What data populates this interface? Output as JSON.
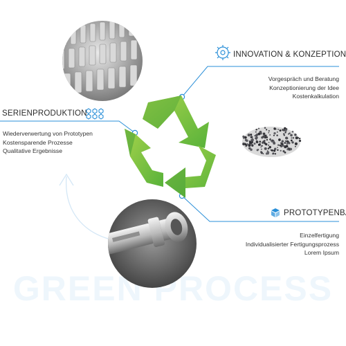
{
  "watermark": "GREEN PROCESS",
  "sections": {
    "serienproduktion": {
      "title": "SERIENPRODUKTION",
      "lines": [
        "Wiederverwertung von Prototypen",
        "Kostensparende Prozesse",
        "Qualitative Ergebnisse"
      ],
      "icon": "hexagons-icon"
    },
    "innovation": {
      "title": "INNOVATION & KONZEPTION",
      "lines": [
        "Vorgespräch und Beratung",
        "Konzeptionierung der Idee",
        "Kostenkalkulation"
      ],
      "icon": "brain-gear-icon"
    },
    "prototypenbau": {
      "title": "PROTOTYPENBAU",
      "lines": [
        "Einzelfertigung",
        "Individualisierter Fertigungsprozess",
        "Lorem Ipsum"
      ],
      "icon": "cube-icon"
    }
  },
  "colors": {
    "accent_blue": "#2a8fd8",
    "recycle_green_light": "#8cc63f",
    "recycle_green_dark": "#3d9b35",
    "watermark": "#eef6fc"
  }
}
